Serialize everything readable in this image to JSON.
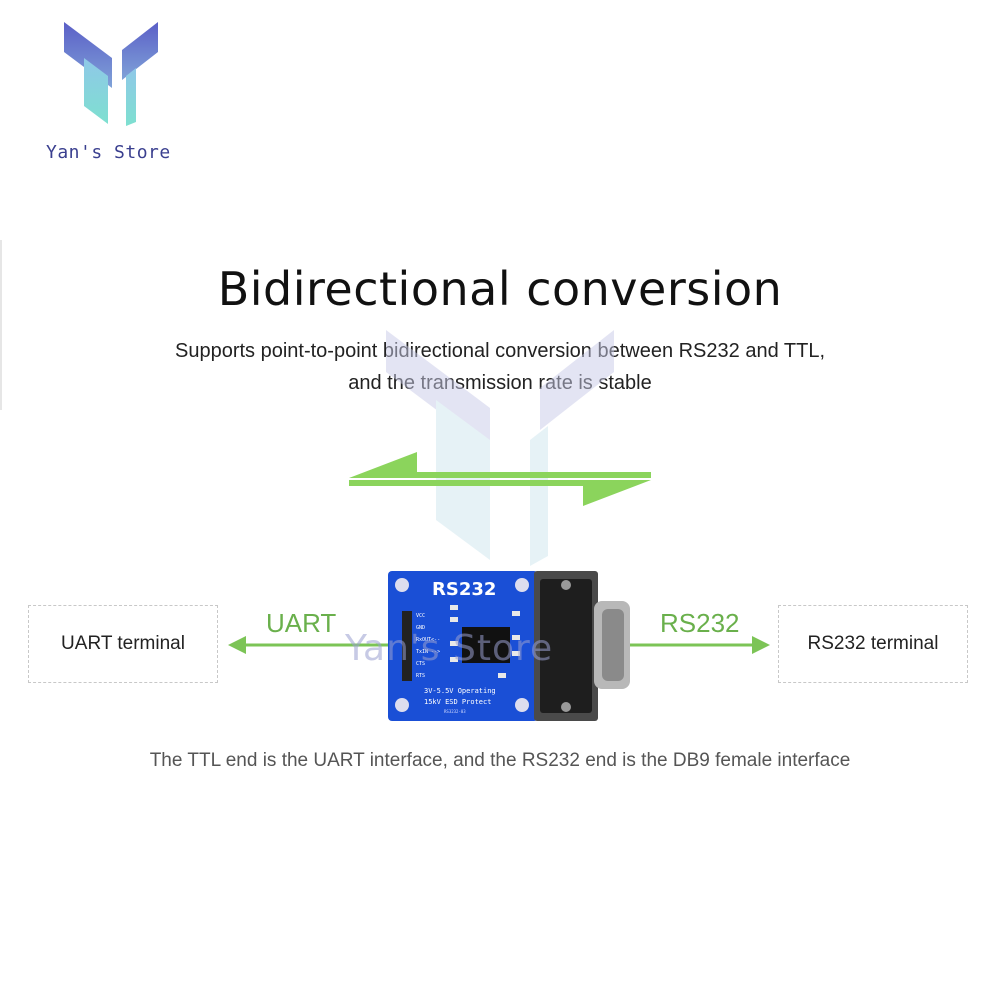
{
  "brand": {
    "name": "Yan's Store"
  },
  "heading": {
    "title": "Bidirectional conversion",
    "subtitle_line1": "Supports point-to-point bidirectional conversion between RS232 and TTL,",
    "subtitle_line2": "and the transmission rate is stable"
  },
  "diagram": {
    "left_terminal": "UART terminal",
    "right_terminal": "RS232 terminal",
    "left_link_label": "UART",
    "right_link_label": "RS232",
    "board": {
      "title": "RS232",
      "pins": [
        "VCC",
        "GND",
        "RxOUT<--",
        "TxIN -->",
        "CTS",
        "RTS"
      ],
      "line1": "3V-5.5V Operating",
      "line2": "15kV ESD Protect",
      "code": "RS3232-03"
    },
    "watermark_text": "Yan's Store"
  },
  "caption": "The TTL end is the UART interface, and the RS232 end is the DB9 female interface",
  "colors": {
    "accent_green": "#6ab04c",
    "board_blue": "#1a4fd6",
    "logo_purple": "#5b5fc7",
    "logo_teal": "#7ee0d0"
  }
}
